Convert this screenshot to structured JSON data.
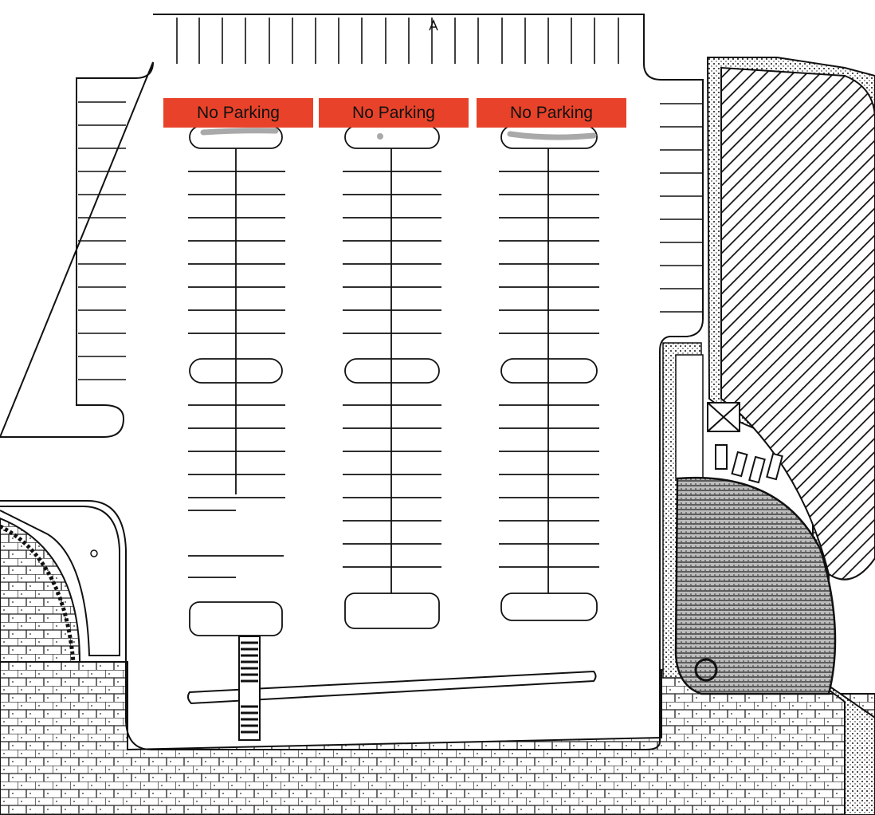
{
  "labels": [
    {
      "text": "No Parking"
    },
    {
      "text": "No Parking"
    },
    {
      "text": "No Parking"
    }
  ],
  "colors": {
    "label_fill": "#e8432a",
    "label_text": "#111111",
    "highlight_stroke": "#a9a9a9",
    "line": "#111111",
    "background": "#ffffff"
  },
  "icons": [
    "landscape-hatch",
    "paver-grid",
    "crosswalk-stripes",
    "utility-box-icon",
    "north-arrow-icon"
  ]
}
